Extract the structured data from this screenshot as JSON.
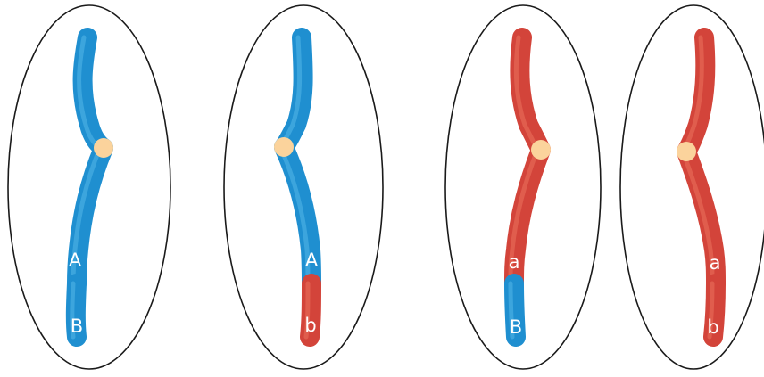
{
  "colors": {
    "blue": "#1f8fd0",
    "blue_dark": "#1773b5",
    "blue_light": "#5fc0ee",
    "red": "#d3443a",
    "red_dark": "#b7322e",
    "red_light": "#f07d66",
    "centromere": "#fbd39c",
    "outline": "#1a1a1a",
    "label": "#ffffff"
  },
  "cells": [
    {
      "labels": [
        "A",
        "B"
      ],
      "segments": [
        "blue",
        "blue"
      ]
    },
    {
      "labels": [
        "A",
        "b"
      ],
      "segments": [
        "blue",
        "red"
      ]
    },
    {
      "labels": [
        "a",
        "B"
      ],
      "segments": [
        "red",
        "blue"
      ]
    },
    {
      "labels": [
        "a",
        "b"
      ],
      "segments": [
        "red",
        "red"
      ]
    }
  ]
}
